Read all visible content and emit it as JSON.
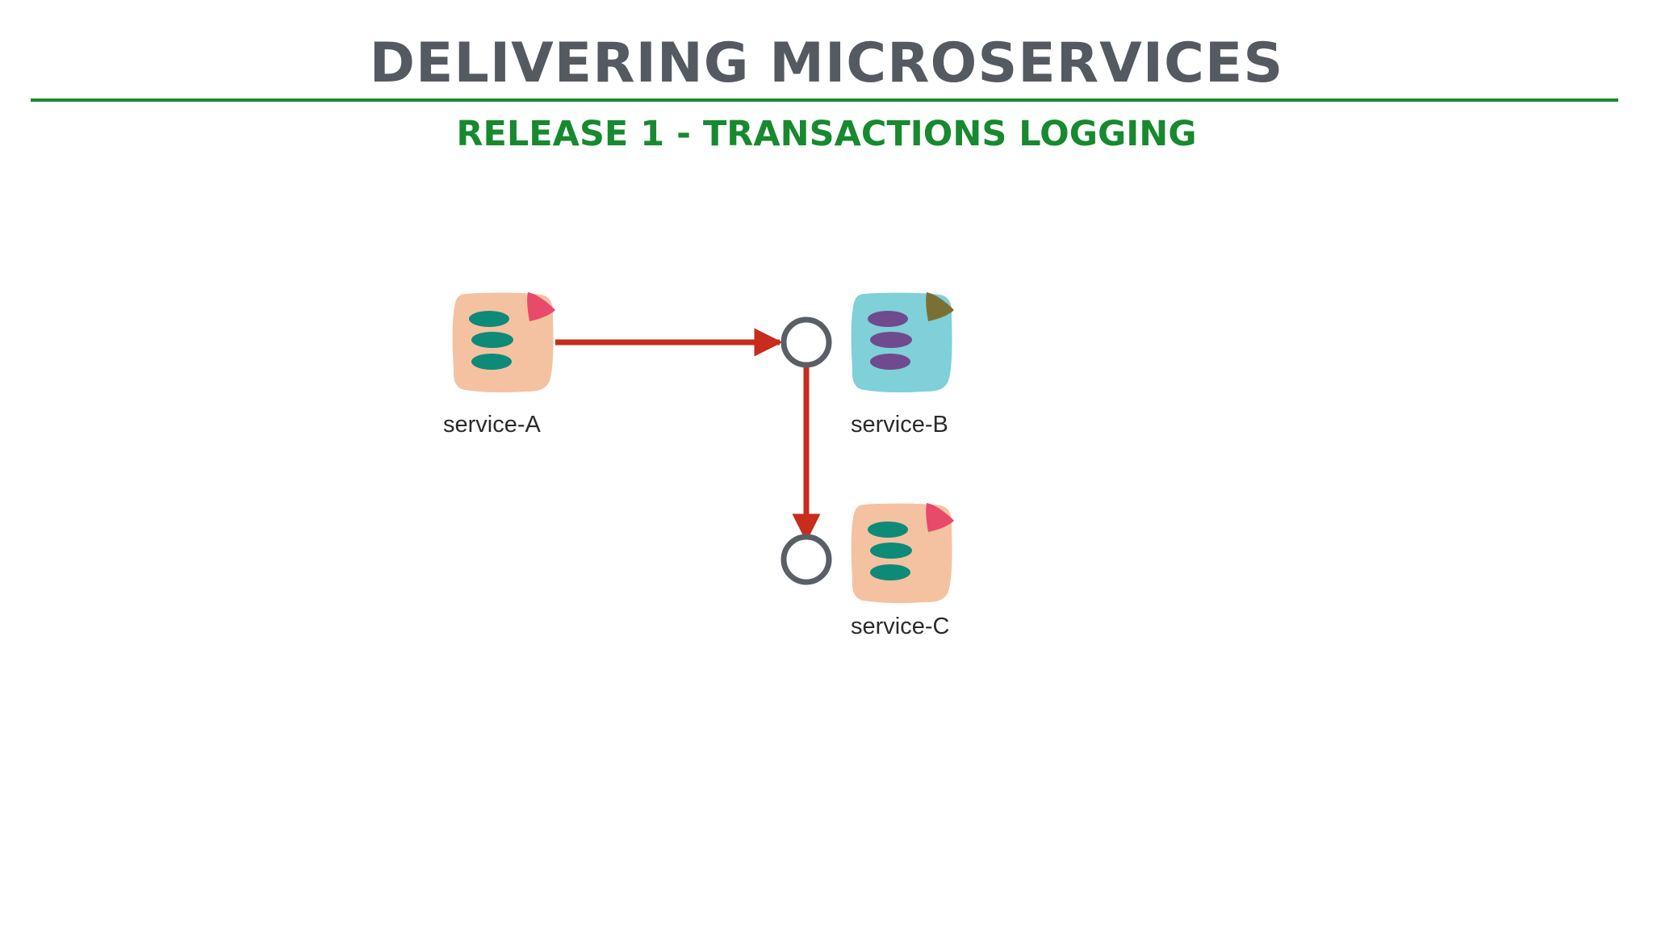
{
  "header": {
    "title": "DELIVERING MICROSERVICES",
    "subtitle": "RELEASE 1 - TRANSACTIONS LOGGING"
  },
  "services": [
    {
      "label": "service-A",
      "body_color": "#f4c2a1",
      "stripe_color": "#0e8a78",
      "corner_color": "#e84a6a",
      "icon": "microservice-icon"
    },
    {
      "label": "service-B",
      "body_color": "#7fd0d8",
      "stripe_color": "#6f4a8c",
      "corner_color": "#7a7035",
      "icon": "microservice-icon"
    },
    {
      "label": "service-C",
      "body_color": "#f4c2a1",
      "stripe_color": "#0e8a78",
      "corner_color": "#e84a6a",
      "icon": "microservice-icon"
    }
  ],
  "colors": {
    "title": "#555a60",
    "accent": "#17892f",
    "arrow": "#c72c1c",
    "endpoint_stroke": "#5a5f66"
  }
}
